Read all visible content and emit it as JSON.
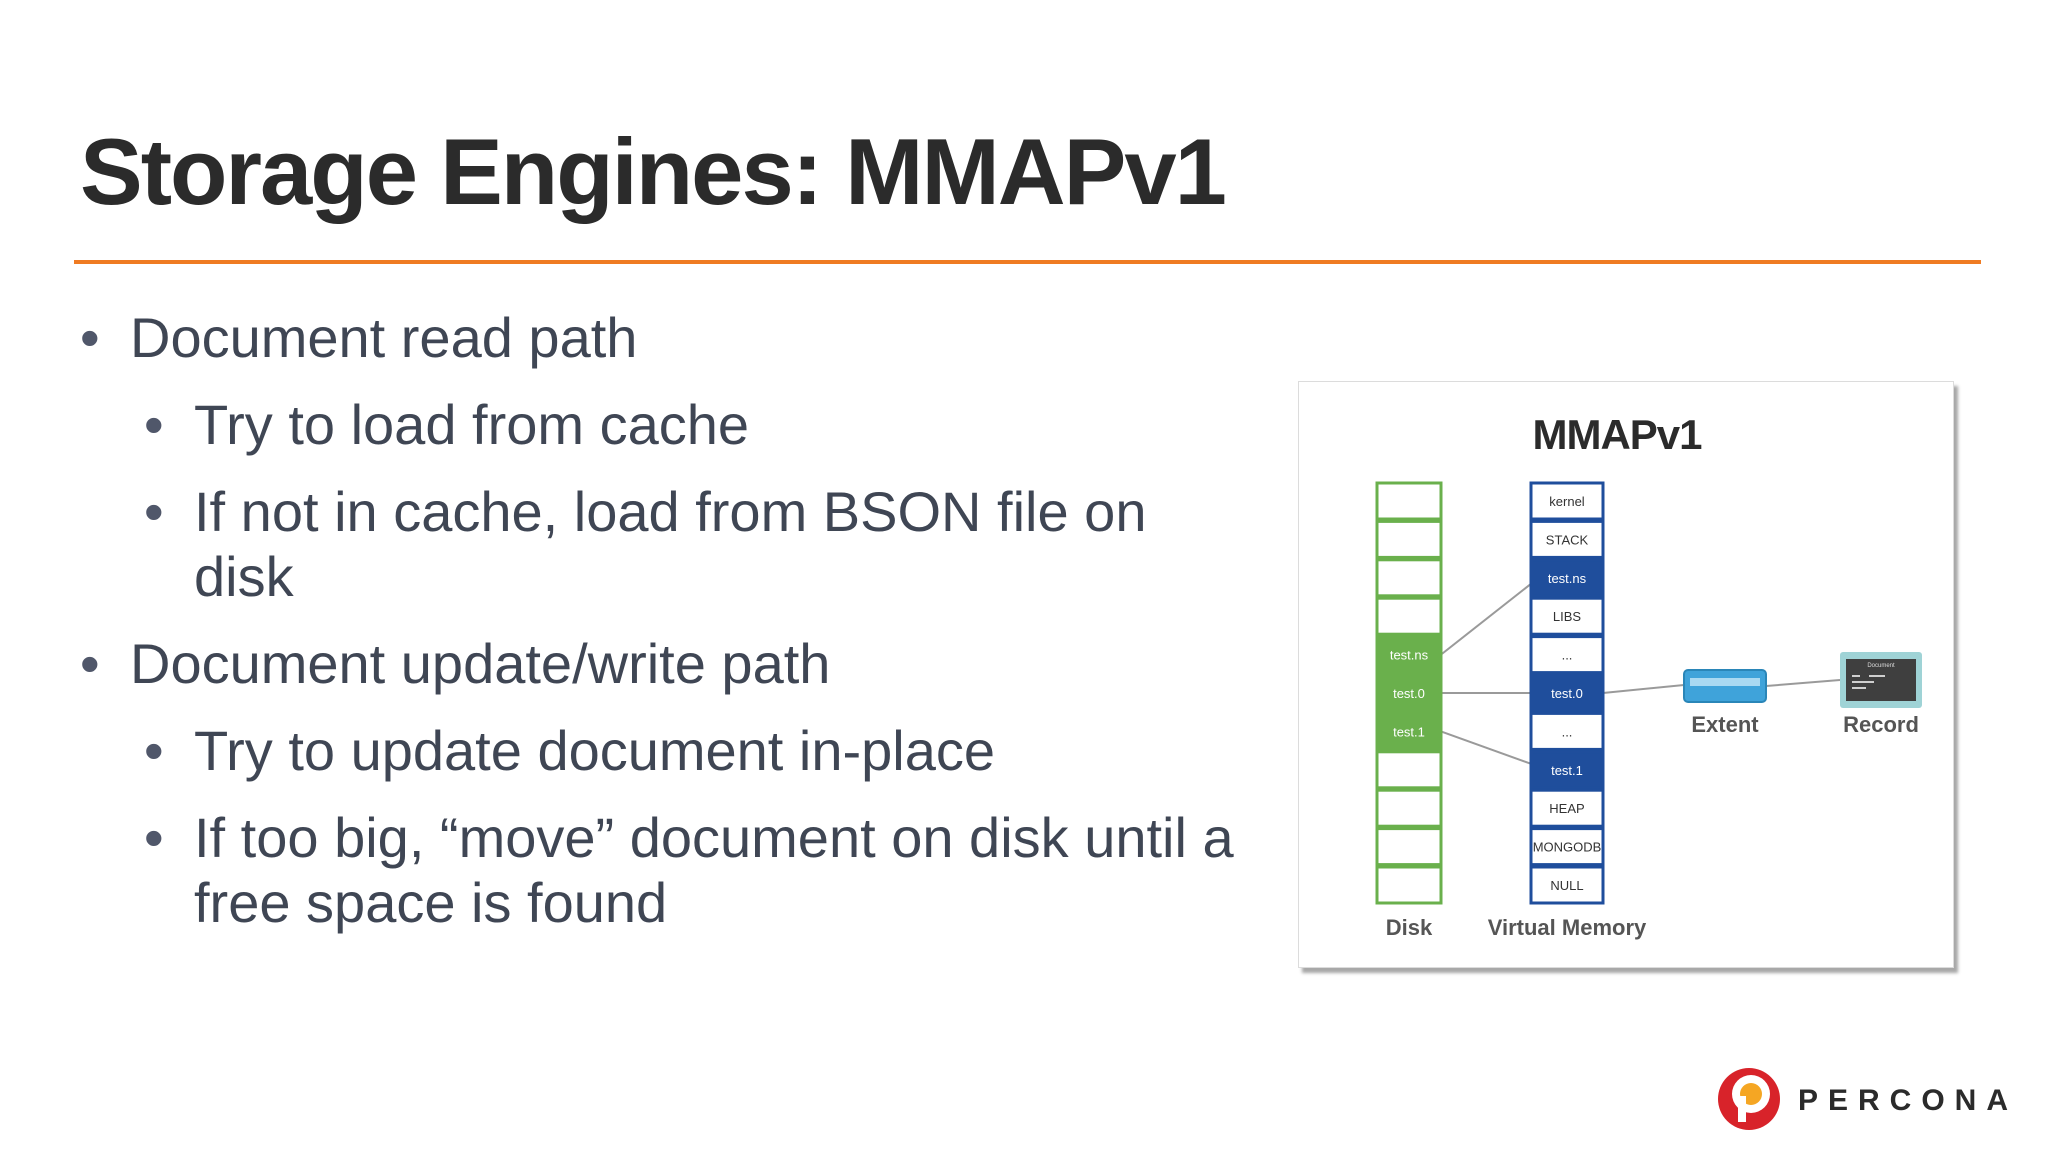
{
  "slide": {
    "title": "Storage Engines: MMAPv1",
    "accent_color": "#ef7b22"
  },
  "bullets": {
    "glyph": "•",
    "read": {
      "label": "Document read path",
      "items": [
        "Try to load from cache",
        "If not in cache, load from BSON file on disk"
      ]
    },
    "write": {
      "label": "Document update/write path",
      "items": [
        "Try to update document in-place",
        "If too big, “move” document on disk until a free space is found"
      ]
    }
  },
  "diagram": {
    "title": "MMAPv1",
    "disk": {
      "label": "Disk",
      "cells": [
        "",
        "",
        "",
        "",
        "test.ns",
        "test.0",
        "test.1",
        "",
        "",
        "",
        ""
      ],
      "stroke_color": "#6ab04c",
      "fill_color": "#6ab04c"
    },
    "virtual_memory": {
      "label": "Virtual Memory",
      "cells": [
        {
          "label": "kernel",
          "highlight": false
        },
        {
          "label": "STACK",
          "highlight": false
        },
        {
          "label": "test.ns",
          "highlight": true
        },
        {
          "label": "LIBS",
          "highlight": false
        },
        {
          "label": "...",
          "highlight": false
        },
        {
          "label": "test.0",
          "highlight": true
        },
        {
          "label": "...",
          "highlight": false
        },
        {
          "label": "test.1",
          "highlight": true
        },
        {
          "label": "HEAP",
          "highlight": false
        },
        {
          "label": "MONGODB",
          "highlight": false
        },
        {
          "label": "NULL",
          "highlight": false
        }
      ],
      "stroke_color": "#1f4e9c",
      "highlight_color": "#1f4e9c"
    },
    "extent": {
      "label": "Extent",
      "color": "#3fa3da"
    },
    "record": {
      "label": "Record",
      "inner_title": "Document"
    }
  },
  "branding": {
    "logo_text": "PERCONA",
    "logo_colors": {
      "outer": "#d8232a",
      "inner": "#f5a623"
    }
  }
}
